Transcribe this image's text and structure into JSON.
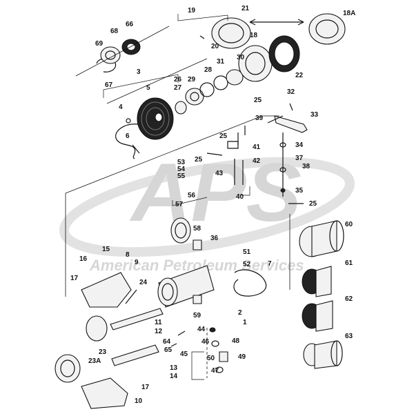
{
  "watermark": {
    "logo_text": "APS",
    "company_text": "American Petroleum Services"
  },
  "callouts": [
    "1",
    "2",
    "3",
    "4",
    "5",
    "6",
    "7",
    "8",
    "9",
    "10",
    "11",
    "12",
    "13",
    "14",
    "15",
    "16",
    "17",
    "17",
    "18",
    "18A",
    "19",
    "20",
    "21",
    "22",
    "23",
    "23A",
    "24",
    "25",
    "25",
    "25",
    "25",
    "26",
    "27",
    "28",
    "29",
    "30",
    "31",
    "32",
    "33",
    "34",
    "35",
    "36",
    "37",
    "38",
    "39",
    "40",
    "41",
    "42",
    "43",
    "44",
    "45",
    "46",
    "47",
    "48",
    "49",
    "50",
    "51",
    "52",
    "53",
    "54",
    "55",
    "56",
    "57",
    "58",
    "59",
    "60",
    "61",
    "62",
    "63",
    "64",
    "65",
    "66",
    "67",
    "68",
    "69"
  ]
}
